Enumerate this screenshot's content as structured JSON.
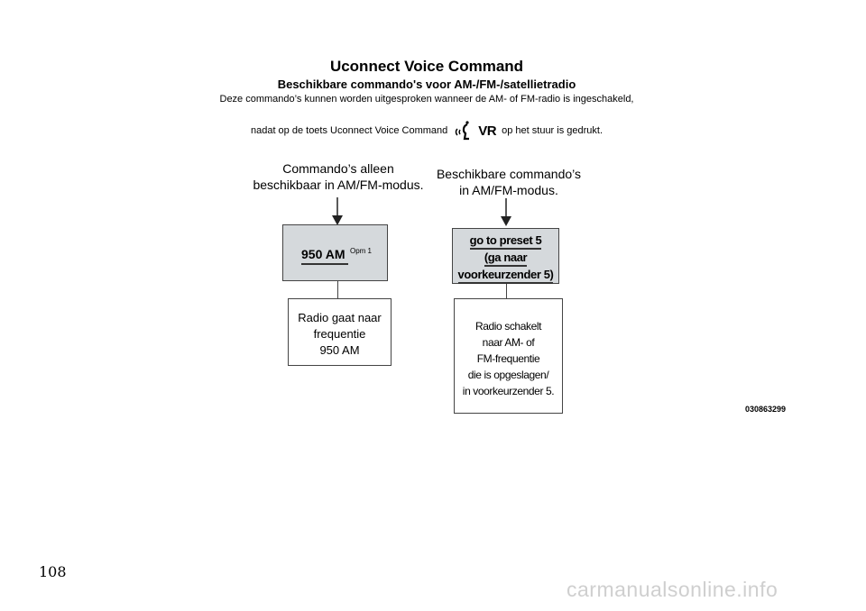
{
  "header": {
    "title": "Uconnect Voice Command",
    "subtitle": "Beschikbare commando's voor AM-/FM-/satellietradio",
    "description_line1": "Deze commando’s kunnen worden uitgesproken wanneer de AM- of FM-radio is ingeschakeld,",
    "description_line2_before": "nadat op de toets Uconnect Voice Command",
    "description_line2_after": "op het stuur is gedrukt.",
    "vr_icon": {
      "name": "voice-recognition-icon",
      "text": "VR"
    }
  },
  "left_column": {
    "caption_lines": [
      "Commando’s alleen",
      "beschikbaar in AM/FM-modus."
    ],
    "command_text": "950 AM",
    "command_note": "Opm 1",
    "result_lines": [
      "Radio gaat naar",
      "frequentie",
      "950 AM"
    ]
  },
  "right_column": {
    "caption_lines": [
      "Beschikbare commando’s",
      "in AM/FM-modus."
    ],
    "command_lines": [
      "go to preset 5",
      "(ga naar",
      "voorkeurzender 5)"
    ],
    "result_lines": [
      "Radio schakelt",
      "naar AM- of",
      "FM-frequentie",
      "die is opgeslagen/",
      "in voorkeurzender 5."
    ]
  },
  "figure_code": "030863299",
  "page_number": "108",
  "watermark": "carmanualsonline.info",
  "colors": {
    "box_fill": "#d5d9dc",
    "border": "#444444",
    "watermark": "#cfcfcf"
  }
}
